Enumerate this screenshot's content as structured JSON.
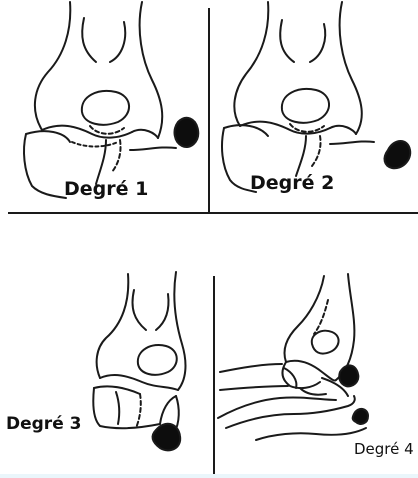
{
  "panels": [
    {
      "id": "degre-1",
      "label": "Degré 1"
    },
    {
      "id": "degre-2",
      "label": "Degré 2"
    },
    {
      "id": "degre-3",
      "label": "Degré 3"
    },
    {
      "id": "degre-4",
      "label": "Degré 4"
    }
  ],
  "colors": {
    "line": "#1a1a1a",
    "fragment": "#0d0d0d",
    "background": "#ffffff"
  }
}
